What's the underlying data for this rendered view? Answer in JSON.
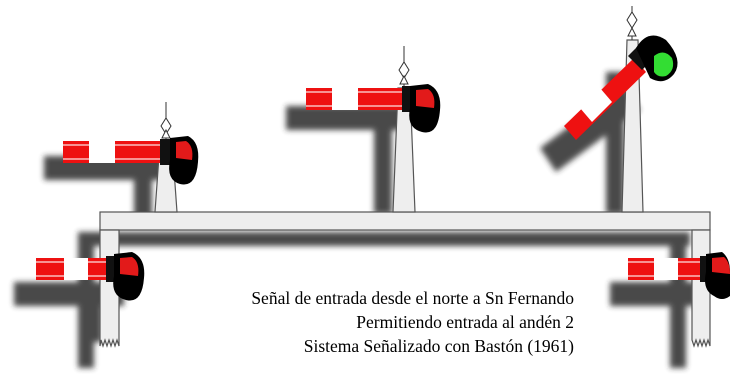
{
  "caption": {
    "line1": "Señal de entrada desde el norte a Sn Fernando",
    "line2": "Permitiendo entrada al andén 2",
    "line3": "Sistema Señalizado con Bastón (1961)"
  },
  "colors": {
    "arm_red": "#ee1111",
    "arm_white": "#ffffff",
    "lamp_red": "#e21a1a",
    "lamp_green": "#33dd33",
    "lamp_case": "#000000",
    "post_fill": "#eeeeee",
    "gantry_fill": "#eeeeee",
    "outline": "#555555",
    "shadow": "#2a2a2a"
  },
  "signals": [
    {
      "id": "gantry-left",
      "aspect": "stop",
      "lamp": "red"
    },
    {
      "id": "gantry-center",
      "aspect": "stop",
      "lamp": "red"
    },
    {
      "id": "gantry-right",
      "aspect": "clear",
      "lamp": "green"
    },
    {
      "id": "bracket-left",
      "aspect": "stop",
      "lamp": "red"
    },
    {
      "id": "bracket-right",
      "aspect": "stop",
      "lamp": "red"
    }
  ]
}
